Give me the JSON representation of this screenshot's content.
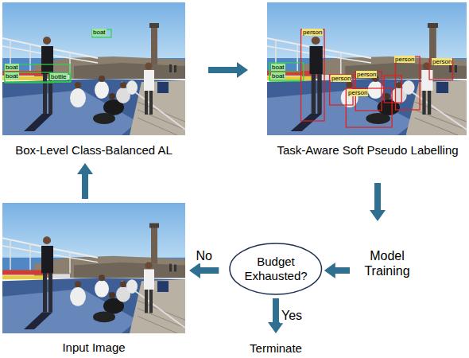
{
  "diagram": {
    "nodes": [
      {
        "text": [
          "Box-Level Class-Balanced AL"
        ]
      },
      {
        "text": [
          "Task-Aware Soft Pseudo Labelling"
        ]
      },
      {
        "text": [
          "Model Training"
        ]
      },
      {
        "text": [
          "Budget Exhausted?"
        ]
      },
      {
        "text": [
          "Terminate"
        ]
      },
      {
        "text": [
          "Input Image"
        ]
      }
    ],
    "edges": [
      {
        "from": 0,
        "to": 1,
        "arrow": "to"
      },
      {
        "from": 1,
        "to": 2,
        "arrow": "to"
      },
      {
        "from": 2,
        "to": 3,
        "arrow": "to"
      },
      {
        "from": 3,
        "to": 5,
        "label": "No",
        "arrow": "to"
      },
      {
        "from": 3,
        "to": 4,
        "label": "Yes",
        "arrow": "to"
      },
      {
        "from": 5,
        "to": 0,
        "arrow": "to"
      }
    ],
    "labels": [
      "boat",
      "boat",
      "boat",
      "bottle",
      "person",
      "boat",
      "boat",
      "person",
      "person",
      "person",
      "person",
      "person"
    ]
  }
}
